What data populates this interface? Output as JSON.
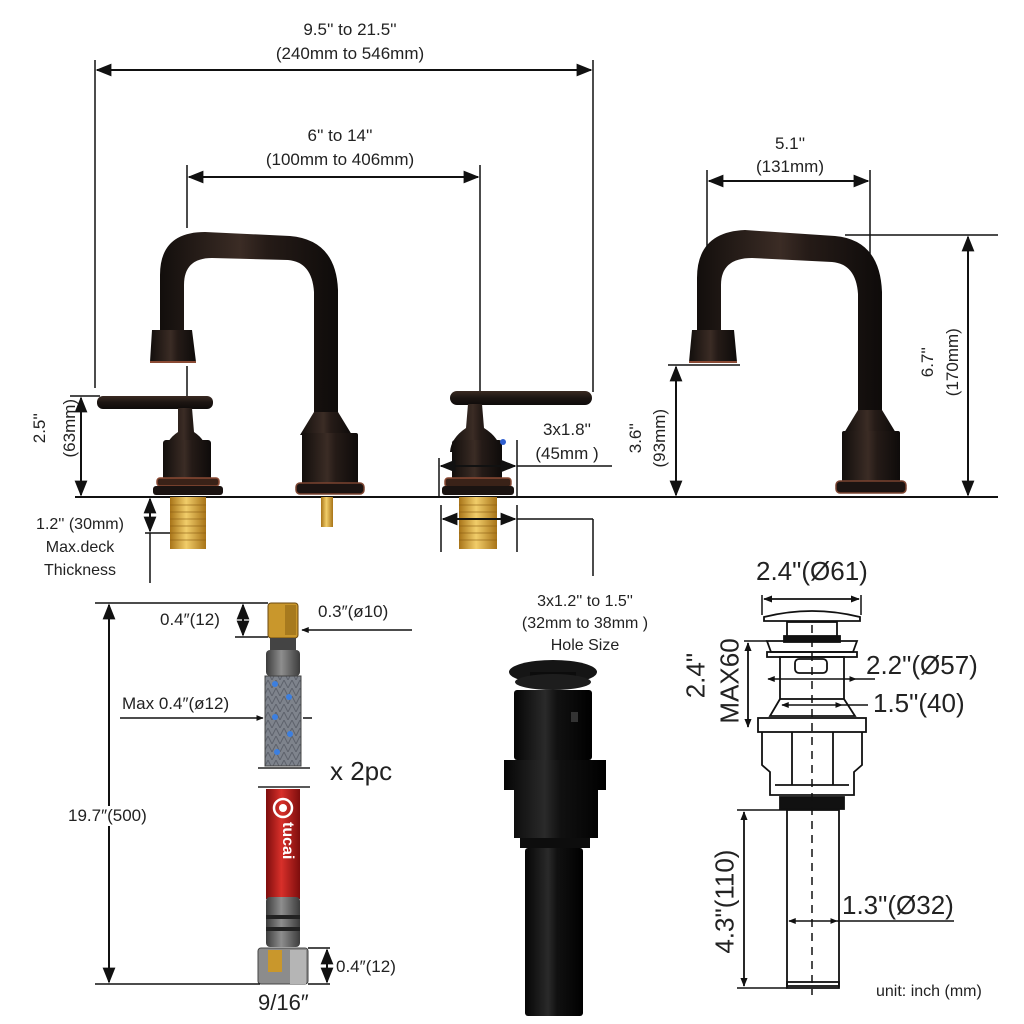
{
  "diagram": {
    "title": "Widespread bathroom faucet dimension diagram",
    "unit_note": "unit: inch (mm)",
    "faucet_front": {
      "overall_width": {
        "inch": "9.5'' to 21.5''",
        "mm": "(240mm to 546mm)"
      },
      "handle_spread": {
        "inch": "6'' to 14''",
        "mm": "(100mm to 406mm)"
      },
      "handle_height": {
        "inch": "2.5''",
        "mm": "(63mm)"
      },
      "deck_thickness": {
        "line1": "1.2'' (30mm)",
        "line2": "Max.deck",
        "line3": "Thickness"
      },
      "base_diameter": {
        "inch": "3x1.8''",
        "mm": "(45mm )"
      },
      "hole_size": {
        "line1": "3x1.2'' to 1.5''",
        "line2": "(32mm to 38mm )",
        "line3": "Hole Size"
      }
    },
    "faucet_side": {
      "spout_reach": {
        "inch": "5.1''",
        "mm": "(131mm)"
      },
      "spout_height": {
        "inch": "3.6''",
        "mm": "(93mm)"
      },
      "total_height": {
        "inch": "6.7''",
        "mm": "(170mm)"
      }
    },
    "supply_hose": {
      "top_nut_height": "0.4″(12)",
      "top_thread": "0.3″(ø10)",
      "hose_diameter": "Max 0.4″(ø12)",
      "length": "19.7″(500)",
      "bottom_nut_height": "0.4″(12)",
      "bottom_nut_size": "9/16″",
      "quantity": "x 2pc",
      "brand": "tucai"
    },
    "drain": {
      "cap_diameter": "2.4\"(Ø61)",
      "flange_diameter": "2.2\"(Ø57)",
      "body_diameter": "1.5\"(40)",
      "max_height_inch": "2.4\"",
      "max_height_mm": "MAX60",
      "tail_length": "4.3\"(110)",
      "tail_diameter": "1.3\"(Ø32)"
    },
    "colors": {
      "bronze_dark": "#1c1714",
      "bronze_highlight": "#5a3a2a",
      "copper_rim": "#8a4a34",
      "brass": "#c9972c",
      "hose_red": "#c62020",
      "hose_braid": "#7c8088",
      "line": "#111111"
    }
  }
}
